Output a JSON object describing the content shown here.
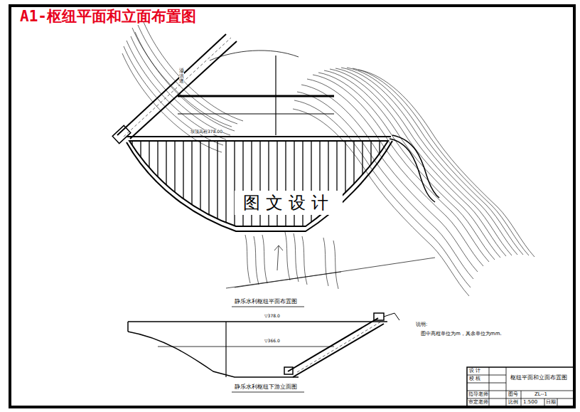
{
  "diagram": {
    "title": "A1-枢纽平面和立面布置图",
    "labels": [
      "图文设计",
      "静乐水利枢纽平面布置图",
      "静乐水利枢纽下游立面图",
      "坝顶高程378.00",
      "溢洪道",
      "▽378.0",
      "▽366.0",
      "说明:",
      "图中高程单位为m，其余单位为mm.",
      "设 计",
      "校 核",
      "指导老师",
      "审定老师",
      "枢纽平面和立面布置图",
      "图号",
      "ZL--1",
      "比例",
      "1:500",
      "日期"
    ]
  }
}
